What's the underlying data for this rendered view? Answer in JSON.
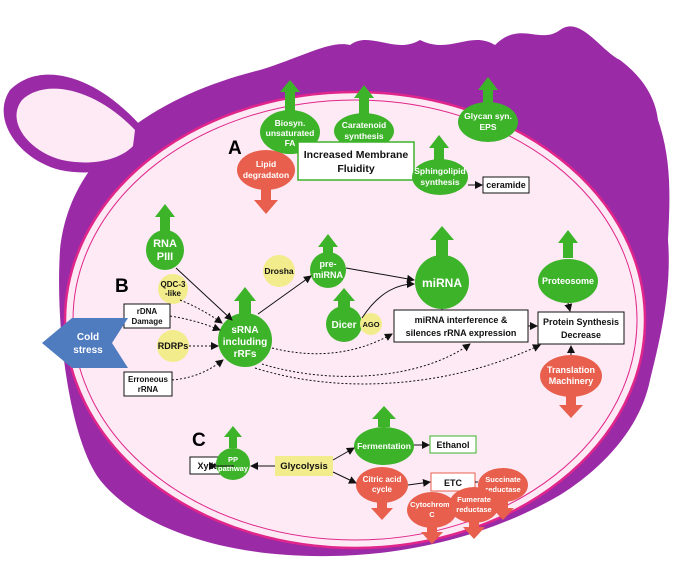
{
  "colors": {
    "green": "#3db32a",
    "red": "#e8604d",
    "yellow": "#f3ec8c",
    "purple": "#9b2aa6",
    "cell_fill": "#fdeaf4",
    "membrane_line": "#e0268a",
    "blue": "#4f7bbf"
  },
  "sections": {
    "a": "A",
    "b": "B",
    "c": "C"
  },
  "section_a": {
    "biosyn": [
      "Biosyn.",
      "unsaturated",
      "FA"
    ],
    "caratenoid": [
      "Caratenoid",
      "synthesis"
    ],
    "glycan": [
      "Glycan syn.",
      "EPS"
    ],
    "lipid": [
      "Lipid",
      "degradaton"
    ],
    "membrane_box": [
      "Increased Membrane",
      "Fluidity"
    ],
    "sphingolipid": [
      "Sphingolipid",
      "synthesis"
    ],
    "ceramide": "ceramide"
  },
  "section_b": {
    "rna_piii": [
      "RNA",
      "PIII"
    ],
    "qdc": [
      "QDC-3",
      "-like"
    ],
    "rdna": [
      "rDNA",
      "Damage"
    ],
    "cold": [
      "Cold",
      "stress"
    ],
    "rdrps": "RDRPs",
    "erroneous": [
      "Erroneous",
      "rRNA"
    ],
    "srna": [
      "sRNA",
      "including",
      "rRFs"
    ],
    "drosha": "Drosha",
    "premirna": [
      "pre-",
      "miRNA"
    ],
    "dicer": "Dicer",
    "ago": "AGO",
    "mirna": "miRNA",
    "interference": [
      "miRNA interference &",
      "silences rRNA expression"
    ],
    "proteosome": "Proteosome",
    "protein_decrease": [
      "Protein Synthesis",
      "Decrease"
    ],
    "translation": [
      "Translation",
      "Machinery"
    ]
  },
  "section_c": {
    "xylitol": "Xylitol",
    "pp": [
      "PP",
      "pathway"
    ],
    "glycolysis": "Glycolysis",
    "fermentation": "Fermentation",
    "ethanol": "Ethanol",
    "citric": [
      "Citric acid",
      "cycle"
    ],
    "etc": "ETC",
    "succinate": [
      "Succinate",
      "reductase"
    ],
    "cytochrome": [
      "Cytochrome",
      "C"
    ],
    "fumerate": [
      "Fumerate",
      "reductase"
    ]
  }
}
